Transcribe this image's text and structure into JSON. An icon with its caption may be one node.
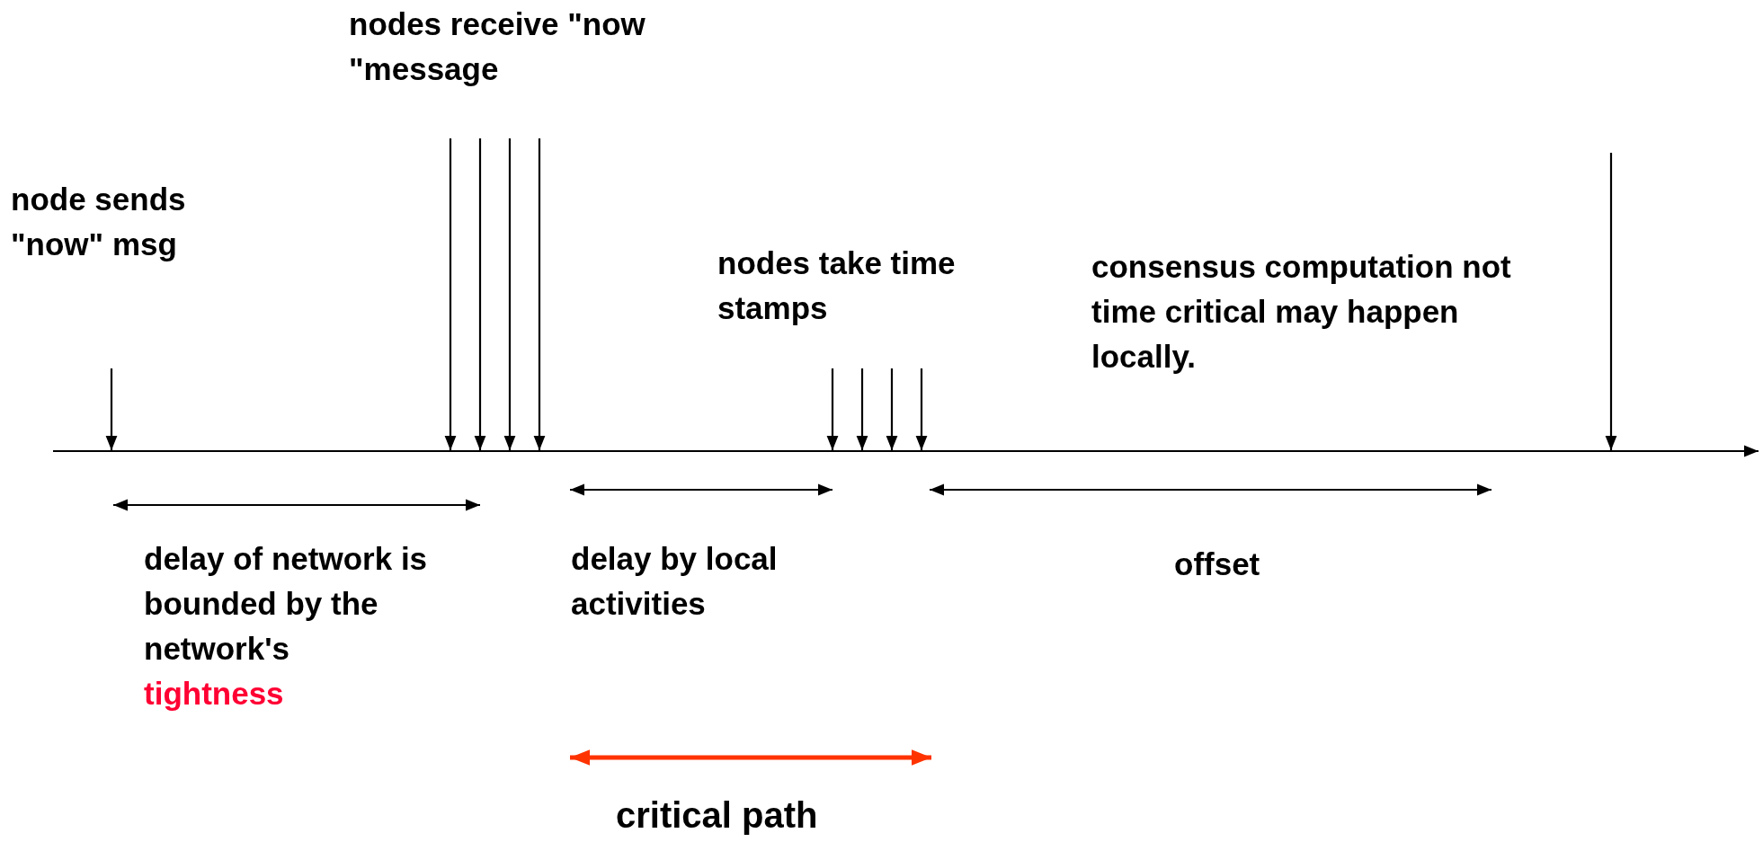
{
  "diagram": {
    "labels": [
      "nodes receive \"now \"message",
      "node sends \"now\" msg",
      "nodes take time stamps",
      "consensus computation not time critical may happen locally.",
      "delay of network is bounded by the network's",
      "tightness",
      "delay by local activities",
      "offset",
      "critical path"
    ]
  }
}
